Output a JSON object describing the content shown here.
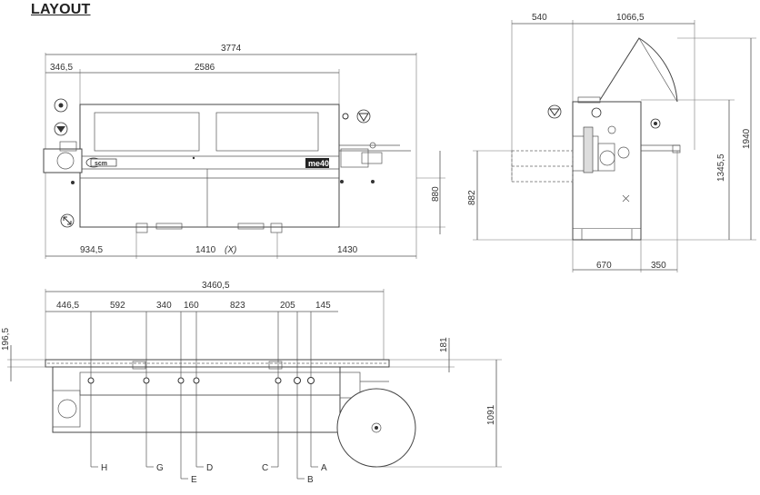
{
  "title": "LAYOUT",
  "front_view": {
    "dims": {
      "total_length": "3774",
      "left_overhang": "346,5",
      "body_length": "2586",
      "height": "880",
      "bottom_left": "934,5",
      "bottom_center": "1410",
      "bottom_center_note": "(X)",
      "bottom_right": "1430"
    },
    "brand_label": "me40",
    "logo_text": "scm"
  },
  "side_view": {
    "dims": {
      "top_left": "540",
      "top_right": "1066,5",
      "overall_height": "1940",
      "mid_height": "1345,5",
      "table_height": "882",
      "bottom_left": "670",
      "bottom_right": "350"
    }
  },
  "top_view": {
    "dims": {
      "total": "3460,5",
      "d1": "446,5",
      "d2": "592",
      "d3": "340",
      "d4": "160",
      "d5": "823",
      "d6": "205",
      "d7": "145",
      "left_vertical": "196,5",
      "right_offset": "181",
      "right_depth": "1091"
    },
    "points": [
      "H",
      "G",
      "E",
      "D",
      "C",
      "B",
      "A"
    ]
  },
  "icons": [
    "ground-symbol-icon",
    "air-inlet-icon",
    "rotation-arrows-icon",
    "dust-extraction-icon"
  ]
}
